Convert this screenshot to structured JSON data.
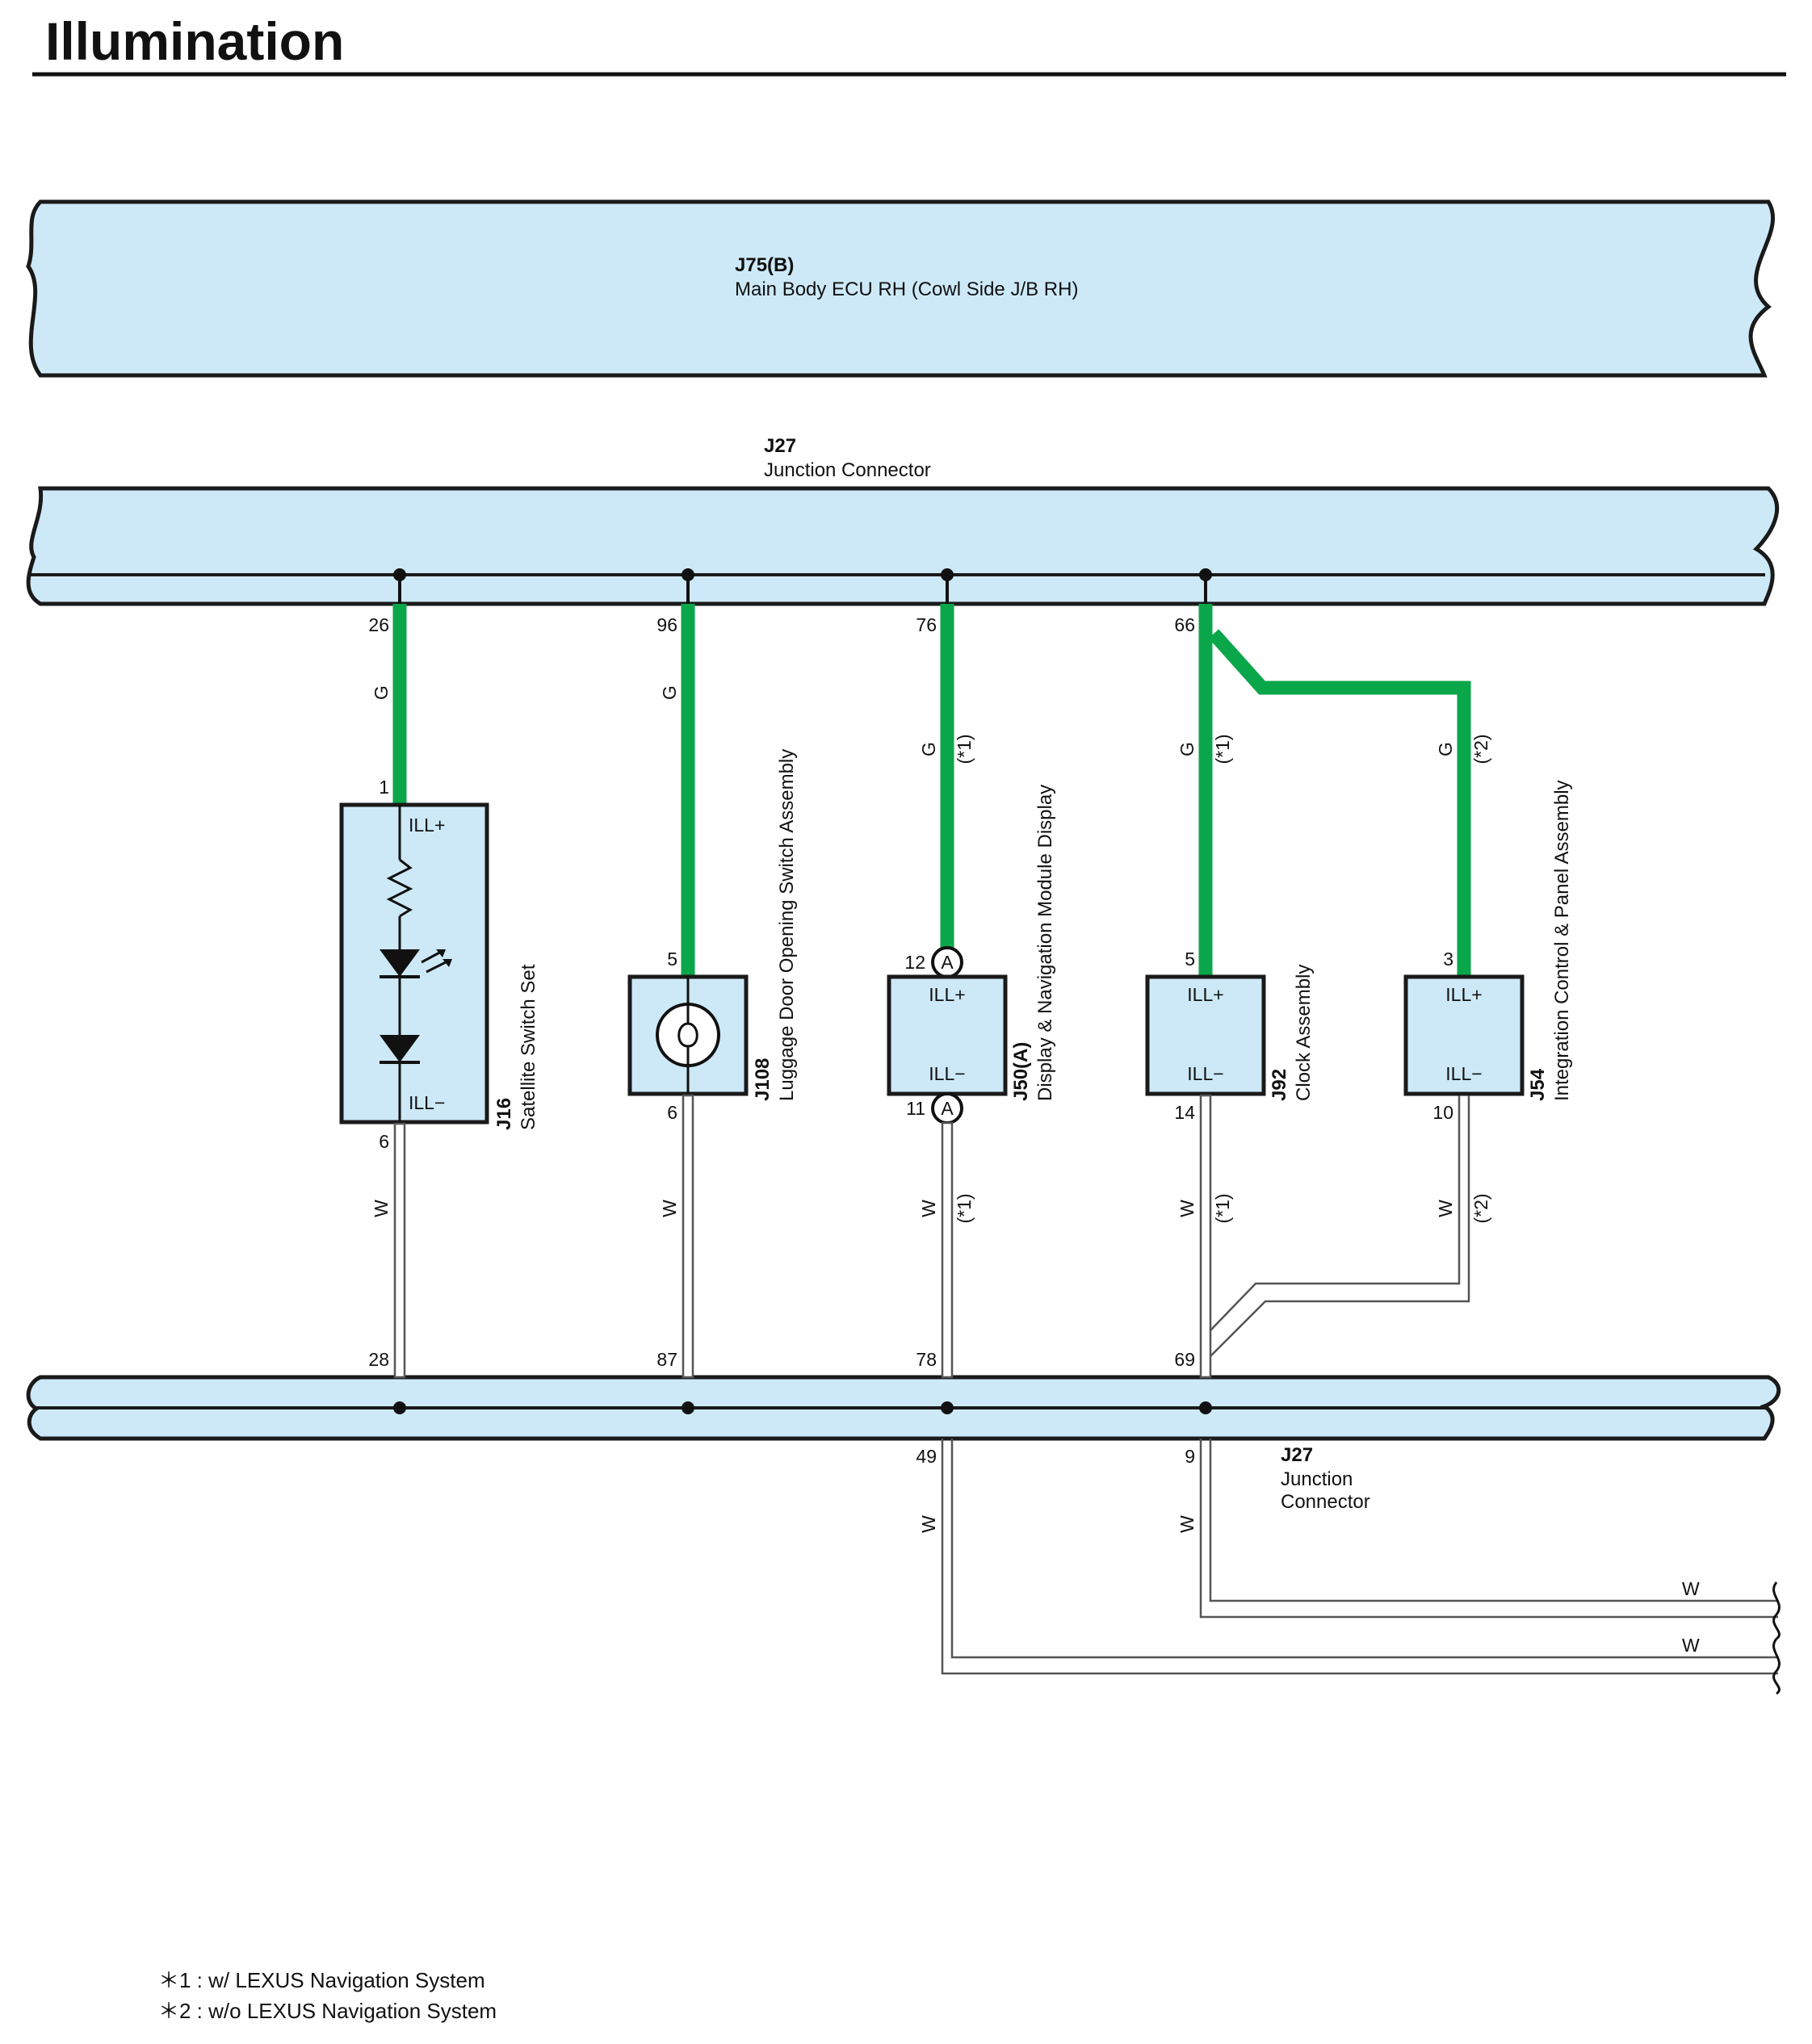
{
  "title": "Illumination",
  "ecu": {
    "code": "J75(B)",
    "name": "Main Body ECU RH (Cowl Side J/B RH)"
  },
  "junction_top": {
    "code": "J27",
    "name": "Junction Connector"
  },
  "junction_bottom": {
    "code": "J27",
    "name_line1": "Junction",
    "name_line2": "Connector"
  },
  "branches": [
    {
      "id": "j16",
      "top_pin": "26",
      "bottom_pin": "28",
      "wire_plus": "G",
      "wire_minus": "W",
      "note_plus": "",
      "note_minus": "",
      "comp_code": "J16",
      "comp_name": "Satellite Switch Set",
      "pin_plus": "1",
      "pin_minus": "6",
      "term_plus": "ILL+",
      "term_minus": "ILL−",
      "symbol": "led"
    },
    {
      "id": "j108",
      "top_pin": "96",
      "bottom_pin": "87",
      "wire_plus": "G",
      "wire_minus": "W",
      "note_plus": "",
      "note_minus": "",
      "comp_code": "J108",
      "comp_name": "Luggage Door Opening Switch Assembly",
      "pin_plus": "5",
      "pin_minus": "6",
      "term_plus": "",
      "term_minus": "",
      "symbol": "bulb"
    },
    {
      "id": "j50",
      "top_pin": "76",
      "bottom_pin": "78",
      "wire_plus": "G",
      "wire_minus": "W",
      "note_plus": "(*1)",
      "note_minus": "(*1)",
      "comp_code": "J50(A)",
      "comp_name": "Display & Navigation Module Display",
      "pin_plus": "12",
      "pin_minus": "11",
      "term_plus": "ILL+",
      "term_minus": "ILL−",
      "symbol": "box",
      "connector_mark": "A"
    },
    {
      "id": "j92",
      "top_pin": "66",
      "bottom_pin": "69",
      "wire_plus": "G",
      "wire_minus": "W",
      "note_plus": "(*1)",
      "note_minus": "(*1)",
      "comp_code": "J92",
      "comp_name": "Clock Assembly",
      "pin_plus": "5",
      "pin_minus": "14",
      "term_plus": "ILL+",
      "term_minus": "ILL−",
      "symbol": "box"
    },
    {
      "id": "j54",
      "top_pin": "",
      "bottom_pin": "",
      "wire_plus": "G",
      "wire_minus": "W",
      "note_plus": "(*2)",
      "note_minus": "(*2)",
      "comp_code": "J54",
      "comp_name": "Integration Control & Panel Assembly",
      "pin_plus": "3",
      "pin_minus": "10",
      "term_plus": "ILL+",
      "term_minus": "ILL−",
      "symbol": "box"
    }
  ],
  "outputs": [
    {
      "pin": "49",
      "wire": "W"
    },
    {
      "pin": "9",
      "wire": "W"
    }
  ],
  "output_wire_labels": [
    "W",
    "W"
  ],
  "notes": [
    "＊1 : w/ LEXUS Navigation System",
    "＊2 : w/o LEXUS Navigation System"
  ],
  "colors": {
    "bar_fill": "#cde9f8",
    "wire_green": "#0aa64a",
    "outline": "#1a1a1a",
    "wire_white_stroke": "#555555"
  }
}
